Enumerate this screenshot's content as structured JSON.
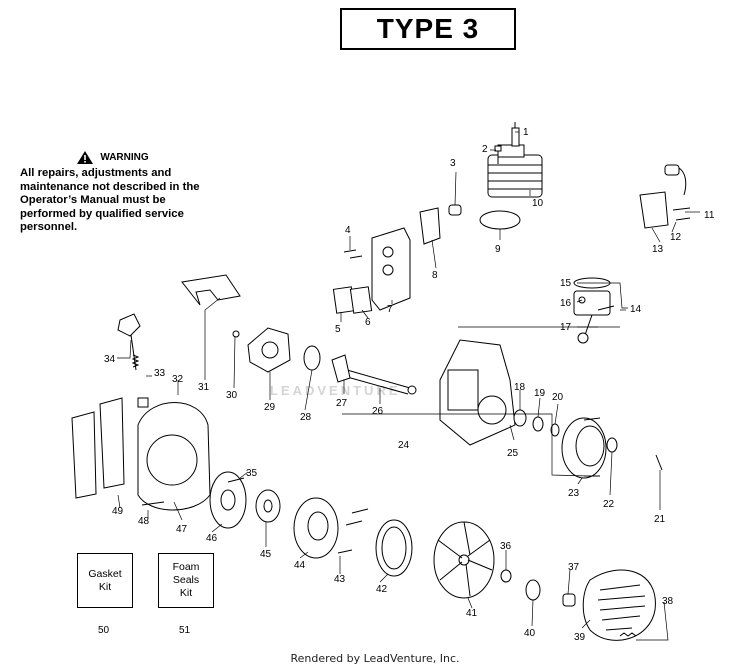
{
  "title": "TYPE 3",
  "warning": {
    "heading": "WARNING",
    "text": "All repairs, adjustments and maintenance not described in the Operator’s Manual must be performed by qualified service personnel."
  },
  "kits": [
    {
      "label": "Gasket\nKit",
      "number": "50"
    },
    {
      "label": "Foam\nSeals\nKit",
      "number": "51"
    }
  ],
  "parts": [
    "1",
    "2",
    "3",
    "4",
    "5",
    "6",
    "7",
    "8",
    "9",
    "10",
    "11",
    "12",
    "13",
    "14",
    "15",
    "16",
    "17",
    "18",
    "19",
    "20",
    "21",
    "22",
    "23",
    "24",
    "25",
    "26",
    "27",
    "28",
    "29",
    "30",
    "31",
    "32",
    "33",
    "34",
    "35",
    "36",
    "37",
    "38",
    "39",
    "40",
    "41",
    "42",
    "43",
    "44",
    "45",
    "46",
    "47",
    "48",
    "49"
  ],
  "watermark": "LEADVENTURE",
  "footer": "Rendered by LeadVenture, Inc."
}
